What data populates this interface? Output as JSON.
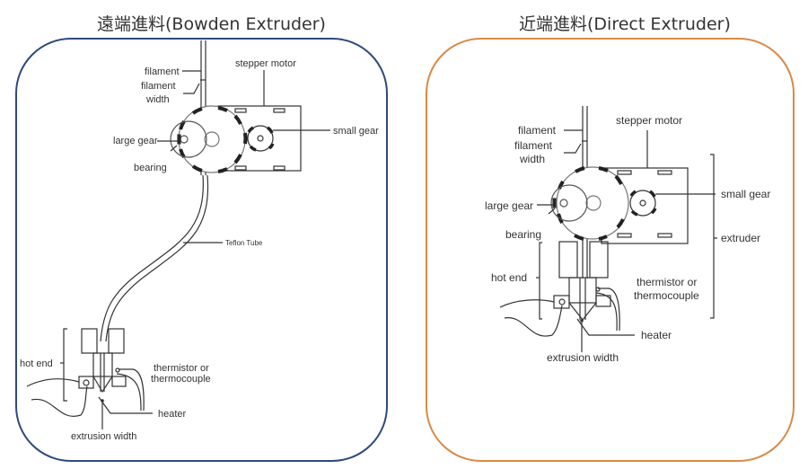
{
  "panels": [
    {
      "title": "遠端進料(Bowden Extruder)",
      "frame_color": "#2f4a7c",
      "labels": {
        "filament": "filament",
        "filament_width_1": "filament",
        "filament_width_2": "width",
        "stepper_motor": "stepper motor",
        "small_gear": "small gear",
        "large_gear": "large gear",
        "bearing": "bearing",
        "teflon_tube": "Teflon Tube",
        "hot_end": "hot end",
        "thermistor_1": "thermistor or",
        "thermistor_2": "thermocouple",
        "heater": "heater",
        "extrusion_width": "extrusion width"
      }
    },
    {
      "title": "近端進料(Direct Extruder)",
      "frame_color": "#d98a47",
      "labels": {
        "filament": "filament",
        "filament_width_1": "filament",
        "filament_width_2": "width",
        "stepper_motor": "stepper motor",
        "small_gear": "small gear",
        "large_gear": "large gear",
        "bearing": "bearing",
        "extruder": "extruder",
        "hot_end": "hot end",
        "thermistor_1": "thermistor or",
        "thermistor_2": "thermocouple",
        "heater": "heater",
        "extrusion_width": "extrusion width"
      }
    }
  ]
}
